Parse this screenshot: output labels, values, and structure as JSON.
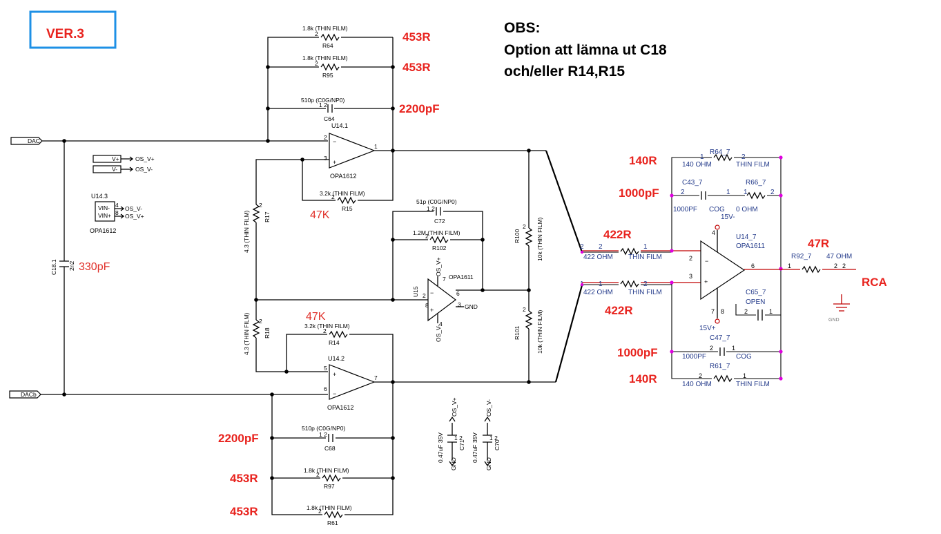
{
  "version_label": "VER.3",
  "note": {
    "line1": "OBS:",
    "line2": "Option att lämna ut C18",
    "line3": "och/eller R14,R15"
  },
  "nets": {
    "dac": "DAC",
    "dacb": "DACb",
    "vplus": "V+",
    "vminus": "V-",
    "os_vplus": "OS_V+",
    "os_vminus": "OS_V-",
    "gnd": "GND"
  },
  "left_stage": {
    "R64": {
      "ref": "R64",
      "value": "1.8k (THIN FILM)",
      "pin": "2",
      "annot": "453R"
    },
    "R95": {
      "ref": "R95",
      "value": "1.8k (THIN FILM)",
      "pin": "2",
      "annot": "453R"
    },
    "C64": {
      "ref": "C64",
      "value": "510p (C0G/NP0)",
      "pins": "1 2",
      "annot": "2200pF"
    },
    "U14_1": {
      "ref": "U14.1",
      "part": "OPA1612",
      "pin_minus": "2",
      "pin_plus": "3",
      "pin_out": "1"
    },
    "R15": {
      "ref": "R15",
      "value": "3.2k (THIN FILM)",
      "pin": "2",
      "annot": "47K"
    },
    "R17": {
      "ref": "R17",
      "value": "4.3 (THIN FILM)",
      "pin": "2"
    },
    "R18": {
      "ref": "R18",
      "value": "4.3 (THIN FILM)",
      "pin": "2"
    },
    "C72": {
      "ref": "C72",
      "value": "51p (C0G/NP0)",
      "pins": "1 2"
    },
    "R102": {
      "ref": "R102",
      "value": "1.2M (THIN FILM)",
      "pin": "2"
    },
    "U15": {
      "ref": "U15",
      "part": "OPA1611",
      "pin_v_plus": "7",
      "pin_v_minus": "4",
      "pin_out": "6",
      "pin_minus": "2",
      "pin_plus": "3",
      "pin_x": "8"
    },
    "R100": {
      "ref": "R100",
      "value": "10k (THIN FILM)",
      "pin": "2"
    },
    "R101": {
      "ref": "R101",
      "value": "10k (THIN FILM)",
      "pin": "2"
    },
    "R14": {
      "ref": "R14",
      "value": "3.2k (THIN FILM)",
      "pin": "2",
      "annot": "47K"
    },
    "U14_2": {
      "ref": "U14.2",
      "part": "OPA1612",
      "pin_plus": "5",
      "pin_minus": "6",
      "pin_out": "7"
    },
    "C68": {
      "ref": "C68",
      "value": "510p (C0G/NP0)",
      "pins": "1 2",
      "annot": "2200pF"
    },
    "R97": {
      "ref": "R97",
      "value": "1.8k (THIN FILM)",
      "pin": "2",
      "annot": "453R"
    },
    "R61": {
      "ref": "R61",
      "value": "1.8k (THIN FILM)",
      "pin": "2",
      "annot": "453R"
    },
    "C18": {
      "ref": "C18.1",
      "value": "2n2",
      "pins": "1 2",
      "annot": "330pF"
    },
    "U14_3": {
      "ref": "U14.3",
      "part": "OPA1612",
      "vin_minus": "VIN-",
      "vin_plus": "VIN+",
      "pin4": "4",
      "pin8": "8"
    },
    "C71": {
      "ref": "C71",
      "value": "0.47uF 35V",
      "pins": "1 2"
    },
    "C70": {
      "ref": "C70",
      "value": "0.47uF 35V",
      "pins": "1 2"
    }
  },
  "right_stage": {
    "R64_7": {
      "ref": "R64_7",
      "value": "140 OHM",
      "type": "THIN FILM",
      "pin1": "1",
      "pin2": "2",
      "annot": "140R"
    },
    "C43_7": {
      "ref": "C43_7",
      "value": "1000PF",
      "type": "COG",
      "pin1": "2",
      "pin2": "1",
      "annot": "1000pF"
    },
    "R66_7": {
      "ref": "R66_7",
      "value": "0 OHM",
      "pin1": "1",
      "pin2": "2"
    },
    "R_in1": {
      "value": "422 OHM",
      "type": "THIN FILM",
      "pin_a": "2",
      "pin_b": "1",
      "annot": "422R"
    },
    "R_in2": {
      "value": "422 OHM",
      "type": "THIN FILM",
      "pin_a": "1",
      "pin_b": "2",
      "annot": "422R"
    },
    "U14_7": {
      "ref": "U14_7",
      "part": "OPA1611",
      "supply_neg": "15V-",
      "supply_pos": "15V+",
      "pin_minus": "2",
      "pin_plus": "3",
      "pin_out": "6",
      "pin_top": "4",
      "pin_bot": "7",
      "pin8": "8"
    },
    "R92_7": {
      "ref": "R92_7",
      "value": "47 OHM",
      "pin1": "1",
      "pin2": "2",
      "annot": "47R"
    },
    "C65_7": {
      "ref": "C65_7",
      "value": "OPEN",
      "pin1": "2",
      "pin2": "1"
    },
    "C47_7": {
      "ref": "C47_7",
      "value": "1000PF",
      "type": "COG",
      "pin1": "2",
      "pin2": "1",
      "annot": "1000pF"
    },
    "R61_7": {
      "ref": "R61_7",
      "value": "140 OHM",
      "type": "THIN FILM",
      "pin1": "2",
      "pin2": "1",
      "annot": "140R"
    },
    "output": "RCA",
    "gnd": "GND"
  }
}
